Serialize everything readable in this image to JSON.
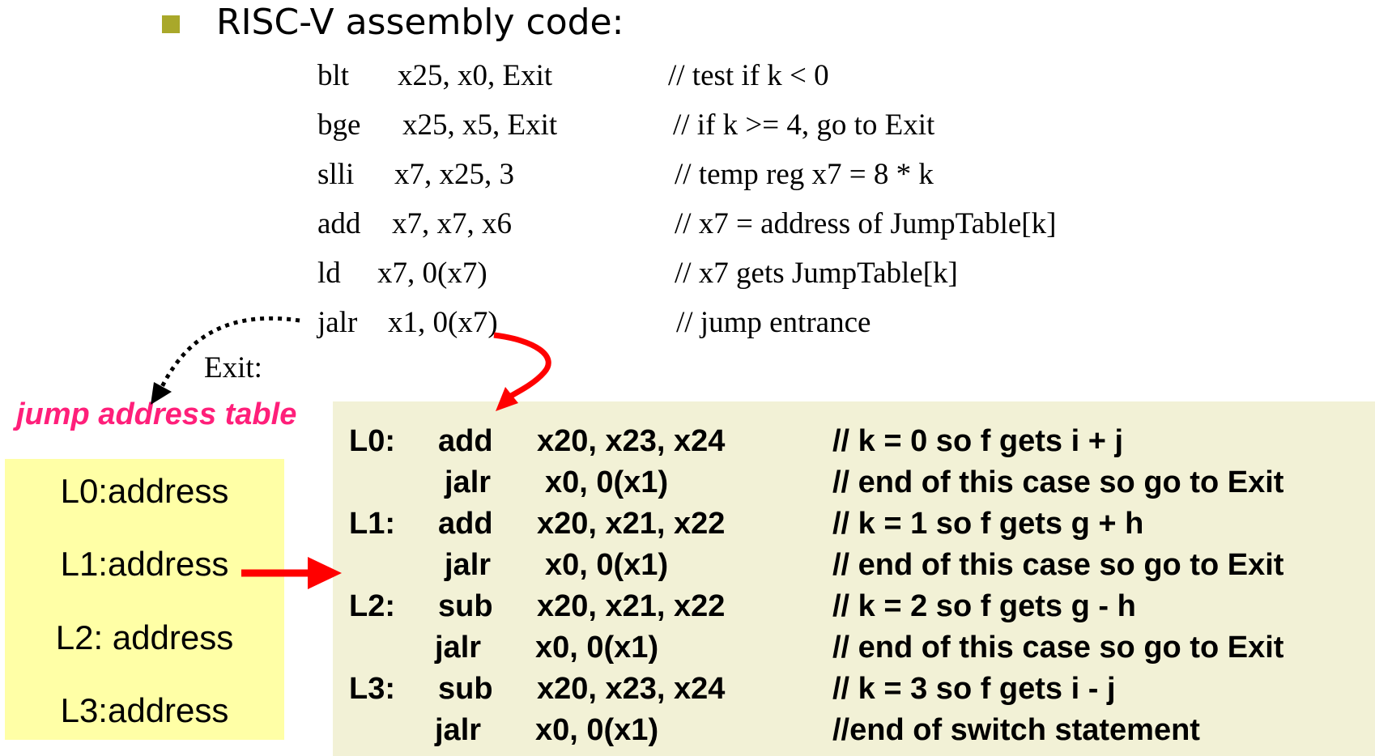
{
  "heading": "RISC-V assembly code:",
  "assembly": [
    {
      "op": "blt",
      "args": "x25, x0, Exit",
      "comment": "// test if  k  <  0"
    },
    {
      "op": "bge",
      "args": "x25, x5, Exit",
      "comment": "// if  k  >=  4,  go to Exit"
    },
    {
      "op": "slli",
      "args": "x7, x25, 3",
      "comment": "// temp reg x7  =  8  *  k"
    },
    {
      "op": "add",
      "args": "x7, x7, x6",
      "comment": "// x7  =  address of JumpTable[k]"
    },
    {
      "op": "ld",
      "args": "x7, 0(x7)",
      "comment": "// x7 gets JumpTable[k]"
    },
    {
      "op": "jalr",
      "args": "x1, 0(x7)",
      "comment": "// jump  entrance"
    }
  ],
  "exit_label": "Exit:",
  "jump_table_label": "jump address table",
  "jump_table": [
    "L0:address",
    "L1:address",
    "L2: address",
    "L3:address"
  ],
  "cases": [
    {
      "label": "L0:",
      "op": "add",
      "args": "x20, x23, x24",
      "comment": "// k  =  0  so  f  gets  i  +  j"
    },
    {
      "label": "",
      "op": "jalr",
      "args": "x0, 0(x1)",
      "comment": "// end of this case so go to Exit"
    },
    {
      "label": "L1:",
      "op": "add",
      "args": "x20, x21, x22",
      "comment": "// k  =  1  so  f  gets  g  +  h"
    },
    {
      "label": "",
      "op": "jalr",
      "args": "x0, 0(x1)",
      "comment": "// end of this case so go to Exit"
    },
    {
      "label": "L2:",
      "op": "sub",
      "args": "x20, x21, x22",
      "comment": "// k  =  2  so  f  gets  g  -  h"
    },
    {
      "label": "",
      "op": "jalr",
      "args": "x0, 0(x1)",
      "comment": "// end of this case so go to Exit"
    },
    {
      "label": "L3:",
      "op": "sub",
      "args": "x20, x23, x24",
      "comment": "// k  =  3  so  f  gets  i  -  j"
    },
    {
      "label": "",
      "op": "jalr",
      "args": "x0, 0(x1)",
      "comment": "//end of  switch statement"
    }
  ],
  "colors": {
    "bullet": "#a9a82a",
    "jump_table_label": "#ff1f7a",
    "jump_table_bg": "#ffffa6",
    "case_bg": "#f2f1d6",
    "arrow_red": "#ff0000"
  }
}
